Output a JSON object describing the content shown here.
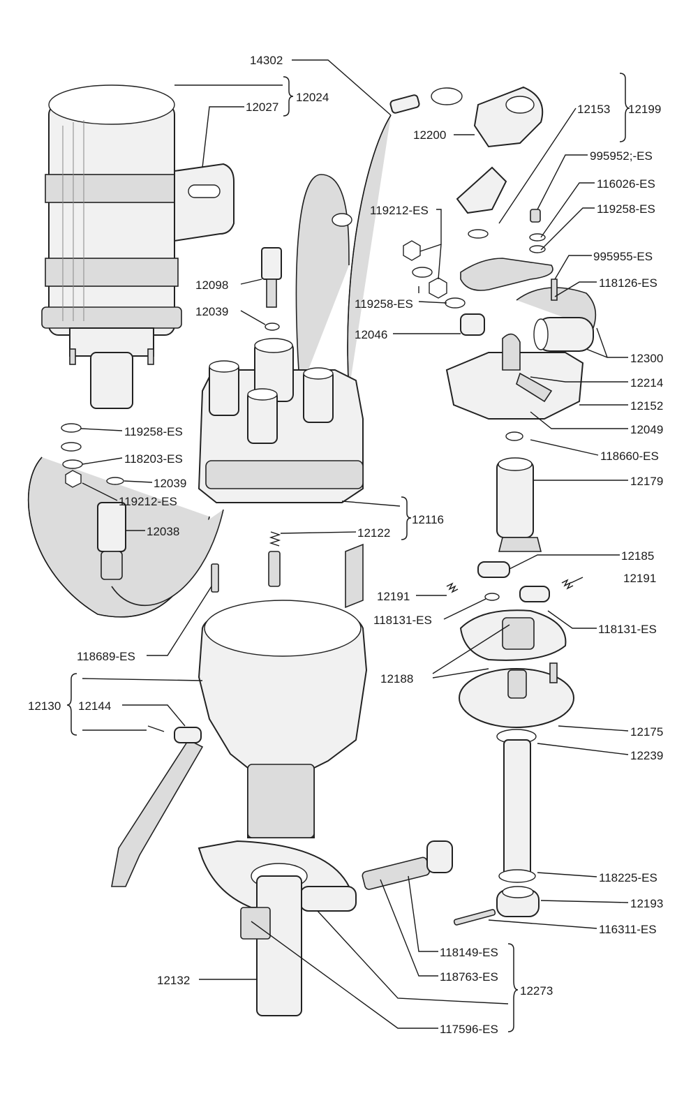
{
  "labels": {
    "l14302": "14302",
    "l12024": "12024",
    "l12027": "12027",
    "l12153": "12153",
    "l12199": "12199",
    "l12200": "12200",
    "l995952": "995952;-ES",
    "l116026": "116026-ES",
    "l119258a": "119258-ES",
    "l119212a": "119212-ES",
    "l995955": "995955-ES",
    "l118126": "118126-ES",
    "l12098": "12098",
    "l12039a": "12039",
    "l119258b": "119258-ES",
    "l12046": "12046",
    "l12300": "12300",
    "l12214": "12214",
    "l12152": "12152",
    "l12049": "12049",
    "l119258c": "119258-ES",
    "l118203": "118203-ES",
    "l12039b": "12039",
    "l119212b": "119212-ES",
    "l118660": "118660-ES",
    "l12179": "12179",
    "l12116": "12116",
    "l12122": "12122",
    "l12038": "12038",
    "l12185": "12185",
    "l12191a": "12191",
    "l12191b": "12191",
    "l118131a": "118131-ES",
    "l118131b": "118131-ES",
    "l118689": "118689-ES",
    "l12188": "12188",
    "l12130": "12130",
    "l12144": "12144",
    "l12175": "12175",
    "l12239": "12239",
    "l118225": "118225-ES",
    "l12193": "12193",
    "l116311": "116311-ES",
    "l118149": "118149-ES",
    "l12132": "12132",
    "l118763": "118763-ES",
    "l12273": "12273",
    "l117596": "117596-ES"
  }
}
